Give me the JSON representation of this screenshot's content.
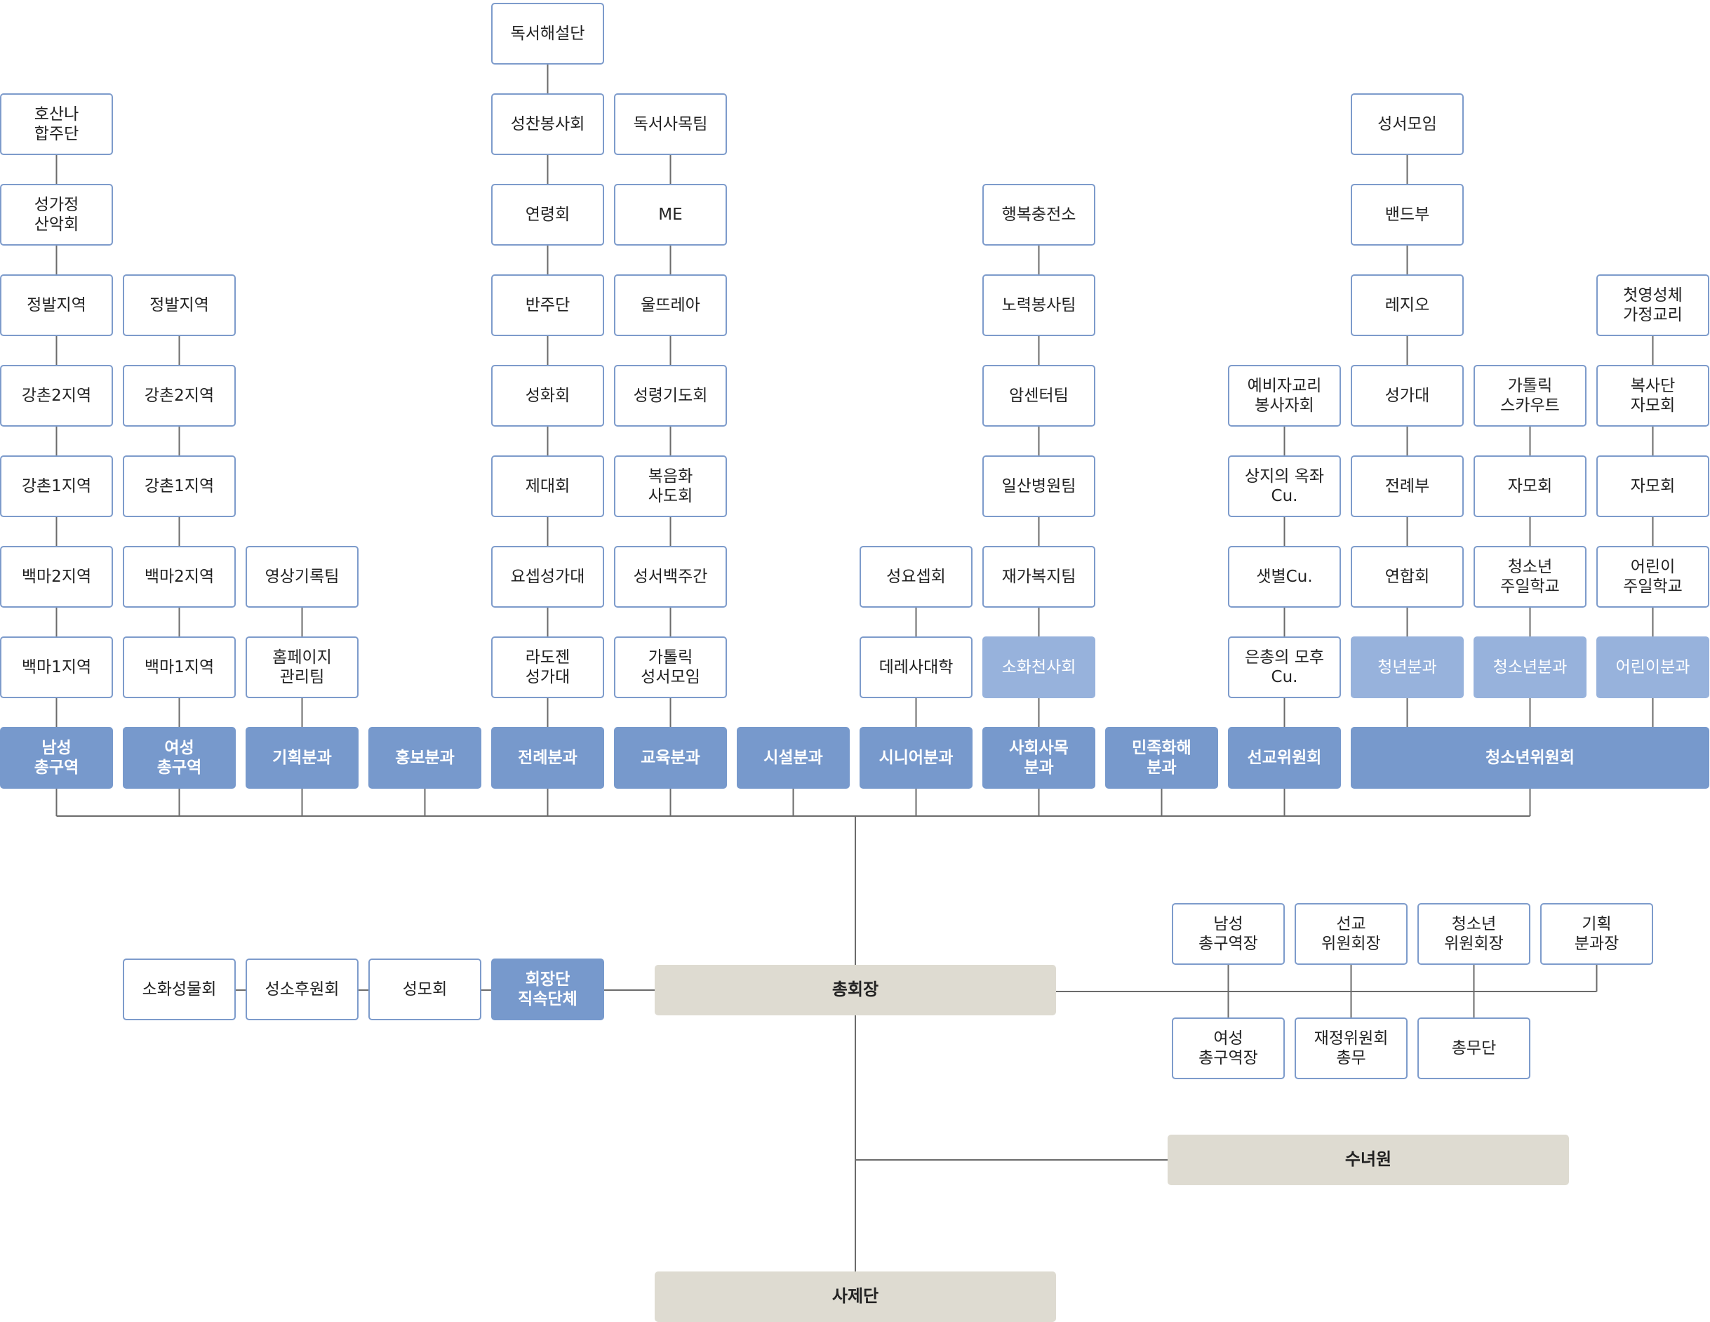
{
  "org_chart": {
    "head": {
      "president": "총회장",
      "convent": "수녀원",
      "priests": "사제단"
    },
    "direct_groups": {
      "title": "회장단\n직속단체",
      "items": [
        "성모회",
        "성소후원회",
        "소화성물회"
      ]
    },
    "officers": {
      "top_row": [
        "남성\n총구역장",
        "선교\n위원회장",
        "청소년\n위원회장",
        "기획\n분과장"
      ],
      "bottom_row": [
        "여성\n총구역장",
        "재정위원회\n총무",
        "총무단"
      ]
    },
    "divisions": [
      {
        "name": "남성\n총구역",
        "groups": [
          "백마1지역",
          "백마2지역",
          "강촌1지역",
          "강촌2지역",
          "정발지역",
          "성가정\n산악회",
          "호산나\n합주단"
        ]
      },
      {
        "name": "여성\n총구역",
        "groups": [
          "백마1지역",
          "백마2지역",
          "강촌1지역",
          "강촌2지역",
          "정발지역"
        ]
      },
      {
        "name": "기획분과",
        "groups": [
          "홈페이지\n관리팀",
          "영상기록팀"
        ]
      },
      {
        "name": "홍보분과",
        "groups": []
      },
      {
        "name": "전례분과",
        "groups": [
          "라도젠\n성가대",
          "요셉성가대",
          "제대회",
          "성화회",
          "반주단",
          "연령회",
          "성찬봉사회",
          "독서해설단"
        ]
      },
      {
        "name": "교육분과",
        "groups": [
          "가톨릭\n성서모임",
          "성서백주간",
          "복음화\n사도회",
          "성령기도회",
          "울뜨레아",
          "ME",
          "독서사목팀"
        ]
      },
      {
        "name": "시설분과",
        "groups": []
      },
      {
        "name": "시니어분과",
        "groups": [
          "데레사대학",
          "성요셉회"
        ]
      },
      {
        "name": "사회사목\n분과",
        "groups": [
          "소화천사회",
          "재가복지팀",
          "일산병원팀",
          "암센터팀",
          "노력봉사팀",
          "행복충전소"
        ]
      },
      {
        "name": "민족화해\n분과",
        "groups": []
      },
      {
        "name": "선교위원회",
        "groups": [
          "은총의 모후\nCu.",
          "샛별Cu.",
          "상지의 옥좌\nCu.",
          "예비자교리\n봉사자회"
        ]
      },
      {
        "name": "청소년위원회",
        "groups": []
      }
    ],
    "youth_subdivisions": [
      {
        "name": "청년분과",
        "groups": [
          "연합회",
          "전례부",
          "성가대",
          "레지오",
          "밴드부",
          "성서모임"
        ]
      },
      {
        "name": "청소년분과",
        "groups": [
          "청소년\n주일학교",
          "자모회",
          "가톨릭\n스카우트"
        ]
      },
      {
        "name": "어린이분과",
        "groups": [
          "어린이\n주일학교",
          "자모회",
          "복사단\n자모회",
          "첫영성체\n가정교리"
        ]
      }
    ]
  },
  "colors": {
    "division_fill": "#7799cc",
    "highlight_fill": "#97b2dc",
    "group_border": "#7d9bcb",
    "leadership_fill": "#dedbd1",
    "connector": "#6b6b6b"
  }
}
